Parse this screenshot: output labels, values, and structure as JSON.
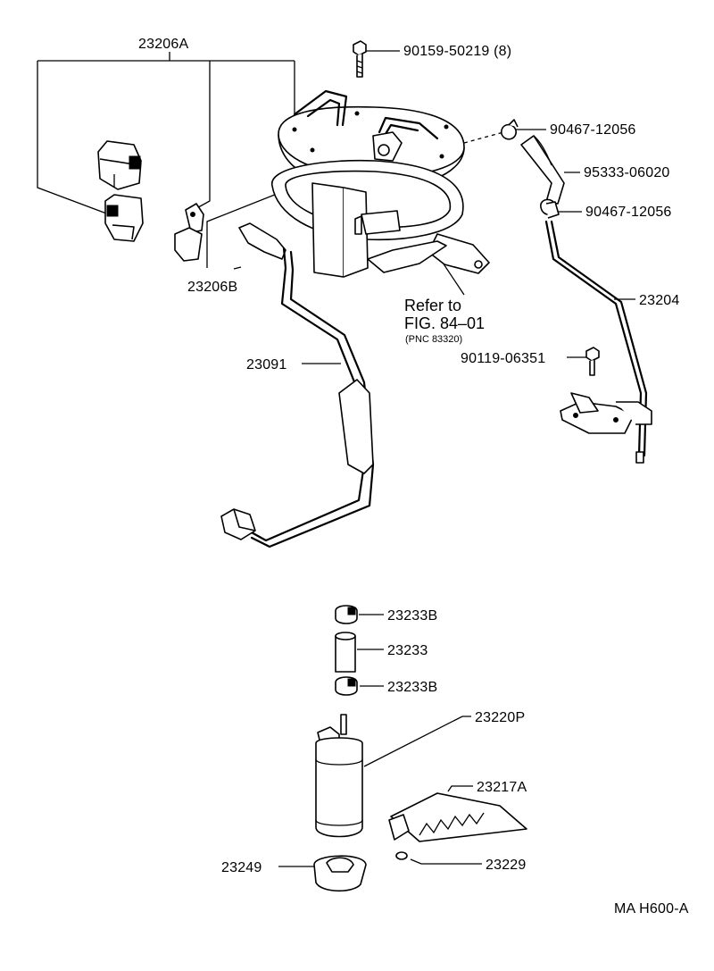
{
  "diagram": {
    "labels": {
      "p23206A": "23206A",
      "p90159": "90159-50219 (8)",
      "p90467a": "90467-12056",
      "p95333": "95333-06020",
      "p90467b": "90467-12056",
      "p23204": "23204",
      "p23206B": "23206B",
      "refer1": "Refer to",
      "refer2": "FIG. 84–01",
      "refer3": "(PNC 83320)",
      "p90119": "90119-06351",
      "p23091": "23091",
      "p23233Ba": "23233B",
      "p23233": "23233",
      "p23233Bb": "23233B",
      "p23220P": "23220P",
      "p23217A": "23217A",
      "p23249": "23249",
      "p23229": "23229",
      "code": "MA H600-A"
    }
  }
}
